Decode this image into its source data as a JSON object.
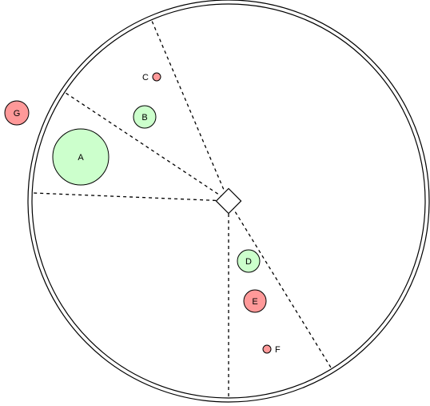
{
  "diagram": {
    "nodes": [
      {
        "id": "A",
        "label": "A",
        "color": "#ccffcc",
        "inside_boundary": true
      },
      {
        "id": "B",
        "label": "B",
        "color": "#ccffcc",
        "inside_boundary": true
      },
      {
        "id": "C",
        "label": "C",
        "color": "#ff9999",
        "inside_boundary": true
      },
      {
        "id": "D",
        "label": "D",
        "color": "#ccffcc",
        "inside_boundary": true
      },
      {
        "id": "E",
        "label": "E",
        "color": "#ff9999",
        "inside_boundary": true
      },
      {
        "id": "F",
        "label": "F",
        "color": "#ff9999",
        "inside_boundary": true
      },
      {
        "id": "G",
        "label": "G",
        "color": "#ff9999",
        "inside_boundary": false
      }
    ],
    "center_marker": {
      "shape": "diamond",
      "color": "#ffffff"
    },
    "boundary": {
      "shape": "double-circle",
      "color": "#000000"
    },
    "sector_lines": {
      "style": "dashed",
      "color": "#000000",
      "count": 5
    }
  }
}
